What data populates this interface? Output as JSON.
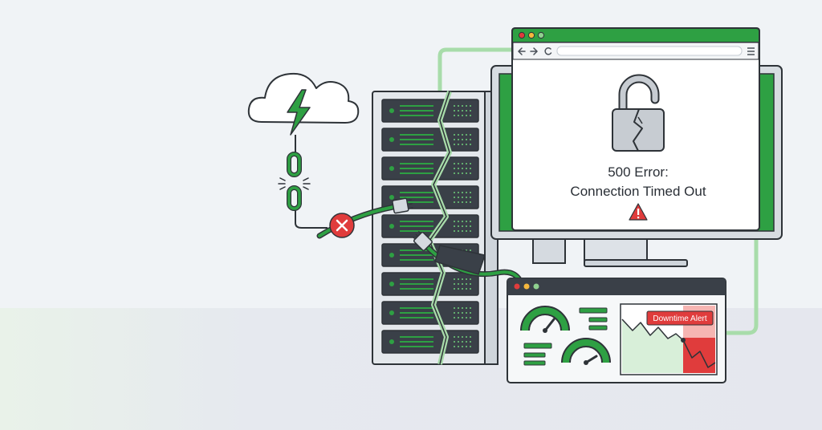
{
  "error": {
    "code_line": "500 Error:",
    "message_line": "Connection Timed Out"
  },
  "dashboard": {
    "alert_label": "Downtime Alert"
  },
  "colors": {
    "brand_green": "#2ea043",
    "light_green": "#a8dcaa",
    "error_red": "#e03c3c",
    "dark_panel": "#3a4048",
    "outline": "#2e3338"
  },
  "icons": [
    "cloud-icon",
    "lightning-icon",
    "broken-chain-icon",
    "error-x-icon",
    "broken-padlock-icon",
    "warning-triangle-icon",
    "gauge-icon"
  ]
}
